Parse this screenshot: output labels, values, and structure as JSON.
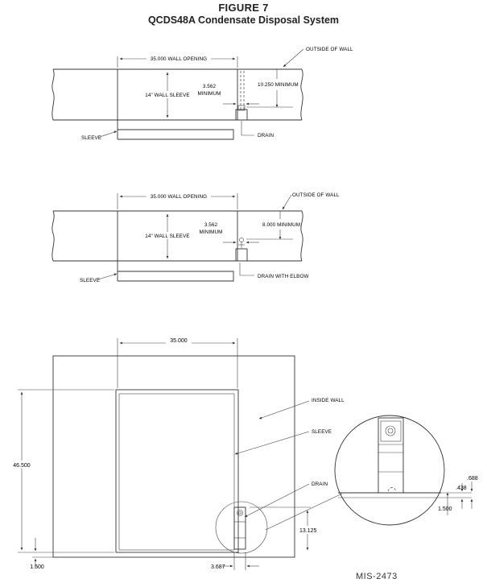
{
  "figure": {
    "title": "FIGURE 7",
    "subtitle": "QCDS48A Condensate Disposal System"
  },
  "view1": {
    "wall_opening": "35.000 WALL OPENING",
    "outside_wall": "OUTSIDE OF WALL",
    "wall_sleeve": "14\" WALL SLEEVE",
    "minimum_value": "3.562",
    "minimum_label": "MINIMUM",
    "right_minimum": "10.250 MINIMUM",
    "sleeve": "SLEEVE",
    "drain": "DRAIN"
  },
  "view2": {
    "wall_opening": "35.000 WALL OPENING",
    "outside_wall": "OUTSIDE OF WALL",
    "wall_sleeve": "14\" WALL SLEEVE",
    "minimum_value": "3.562",
    "minimum_label": "MINIMUM",
    "right_minimum": "8.000 MINIMUM",
    "sleeve": "SLEEVE",
    "drain": "DRAIN WITH ELBOW"
  },
  "view3": {
    "width": "35.000",
    "inside_wall": "INSIDE WALL",
    "sleeve": "SLEEVE",
    "drain": "DRAIN",
    "height": "46.500",
    "bottom_offset": "1.500",
    "drain_height": "13.125",
    "drain_offset": "3.687",
    "detail_688": ".688",
    "detail_438": ".438",
    "detail_1500": "1.500"
  },
  "doc_code": "MIS-2473"
}
